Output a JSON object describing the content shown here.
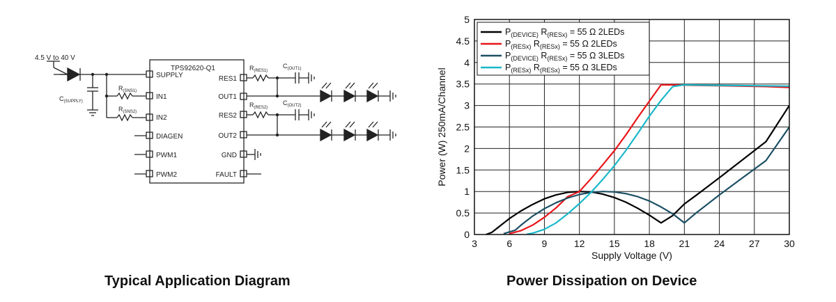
{
  "schematic": {
    "supply_range": "4.5 V to 40 V",
    "ic_name": "TPS92620-Q1",
    "left_pins": [
      "SUPPLY",
      "IN1",
      "IN2",
      "DIAGEN",
      "PWM1",
      "PWM2"
    ],
    "right_pins": [
      "RES1",
      "OUT1",
      "RES2",
      "OUT2",
      "GND",
      "FAULT"
    ],
    "components": {
      "c_supply": {
        "main": "C",
        "sub": "(SUPPLY)"
      },
      "r_sns1": {
        "main": "R",
        "sub": "(SNS1)"
      },
      "r_sns2": {
        "main": "R",
        "sub": "(SNS2)"
      },
      "r_res1": {
        "main": "R",
        "sub": "(RES1)"
      },
      "r_res2": {
        "main": "R",
        "sub": "(RES2)"
      },
      "c_out1": {
        "main": "C",
        "sub": "(OUT1)"
      },
      "c_out2": {
        "main": "C",
        "sub": "(OUT2)"
      }
    }
  },
  "captions": {
    "left": "Typical Application Diagram",
    "right": "Power Dissipation on Device"
  },
  "chart_data": {
    "type": "line",
    "xlabel": "Supply Voltage (V)",
    "ylabel": "Power (W) 250mA/Channel",
    "xlim": [
      3,
      30
    ],
    "ylim": [
      0,
      5
    ],
    "xticks": [
      3,
      6,
      9,
      12,
      15,
      18,
      21,
      24,
      27,
      30
    ],
    "yticks": [
      0,
      0.5,
      1,
      1.5,
      2,
      2.5,
      3,
      3.5,
      4,
      4.5,
      5
    ],
    "grid": true,
    "legend_position": "top-left",
    "series": [
      {
        "name": "P(DEVICE) R(RESx) = 55 Ω 2LEDs",
        "legend": {
          "p": "P",
          "psub": "(DEVICE)",
          "r": "R",
          "rsub": "(RESx)",
          "tail": "= 55 Ω 2LEDs"
        },
        "color": "#000000",
        "x": [
          4,
          4.5,
          5.2,
          6,
          7,
          8,
          9,
          10,
          11,
          12,
          13,
          14,
          15,
          16,
          17,
          18,
          19,
          20,
          21,
          22,
          24,
          26,
          28,
          30
        ],
        "y": [
          0,
          0.05,
          0.2,
          0.37,
          0.55,
          0.7,
          0.83,
          0.92,
          0.98,
          1.0,
          0.99,
          0.94,
          0.86,
          0.75,
          0.61,
          0.45,
          0.27,
          0.44,
          0.71,
          0.91,
          1.32,
          1.74,
          2.16,
          3.0
        ]
      },
      {
        "name": "P(RESx) R(RESx) = 55 Ω 2LEDs",
        "legend": {
          "p": "P",
          "psub": "(RESx)",
          "r": "R",
          "rsub": "(RESx)",
          "tail": "= 55 Ω 2LEDs"
        },
        "color": "#e8151a",
        "x": [
          6,
          7,
          8,
          9,
          10,
          11,
          12,
          13,
          14,
          15,
          16,
          17,
          18,
          19,
          20,
          22,
          24,
          26,
          28,
          30
        ],
        "y": [
          0.02,
          0.09,
          0.22,
          0.4,
          0.62,
          0.88,
          1.0,
          1.3,
          1.62,
          1.95,
          2.32,
          2.72,
          3.1,
          3.48,
          3.48,
          3.47,
          3.46,
          3.45,
          3.44,
          3.42
        ]
      },
      {
        "name": "P(DEVICE) R(RESx) = 55 Ω 3LEDs",
        "legend": {
          "p": "P",
          "psub": "(DEVICE)",
          "r": "R",
          "rsub": "(RESx)",
          "tail": "= 55 Ω 3LEDs"
        },
        "color": "#1b4f63",
        "x": [
          5.5,
          6.5,
          7,
          8,
          9,
          10,
          11,
          12,
          13,
          14,
          15,
          16,
          17,
          18,
          19,
          20,
          21,
          22,
          24,
          26,
          28,
          30
        ],
        "y": [
          0.02,
          0.1,
          0.22,
          0.43,
          0.6,
          0.74,
          0.85,
          0.93,
          0.98,
          1.0,
          0.99,
          0.95,
          0.88,
          0.78,
          0.64,
          0.48,
          0.27,
          0.5,
          0.92,
          1.32,
          1.72,
          2.5
        ]
      },
      {
        "name": "P(RESx) R(RESx) = 55 Ω 3LEDs",
        "legend": {
          "p": "P",
          "psub": "(RESx)",
          "r": "R",
          "rsub": "(RESx)",
          "tail": "= 55 Ω 3LEDs"
        },
        "color": "#19b8c9",
        "x": [
          7.5,
          8,
          9,
          10,
          11,
          12,
          13,
          14,
          15,
          16,
          17,
          18,
          19,
          20,
          21,
          24,
          27,
          30
        ],
        "y": [
          0.01,
          0.03,
          0.12,
          0.27,
          0.48,
          0.72,
          0.98,
          1.28,
          1.6,
          1.96,
          2.35,
          2.75,
          3.12,
          3.44,
          3.48,
          3.47,
          3.46,
          3.45
        ]
      }
    ]
  }
}
